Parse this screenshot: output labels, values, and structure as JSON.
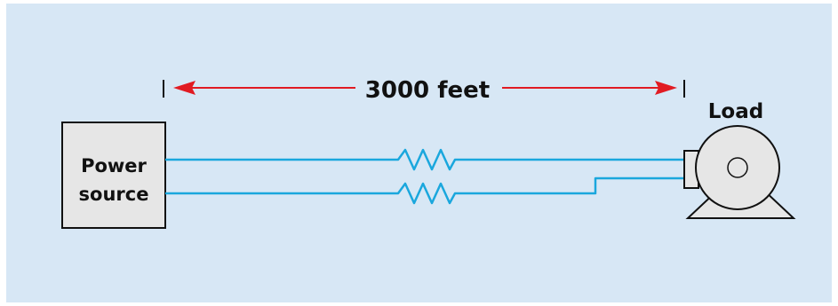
{
  "diagram": {
    "distance_label": "3000 feet",
    "power_source_label": [
      "Power",
      "source"
    ],
    "load_label": "Load"
  },
  "colors": {
    "background": "#d7e7f5",
    "wire": "#1aa7dd",
    "arrow": "#e11b22",
    "box_fill": "#e6e6e6",
    "stroke": "#111111"
  }
}
